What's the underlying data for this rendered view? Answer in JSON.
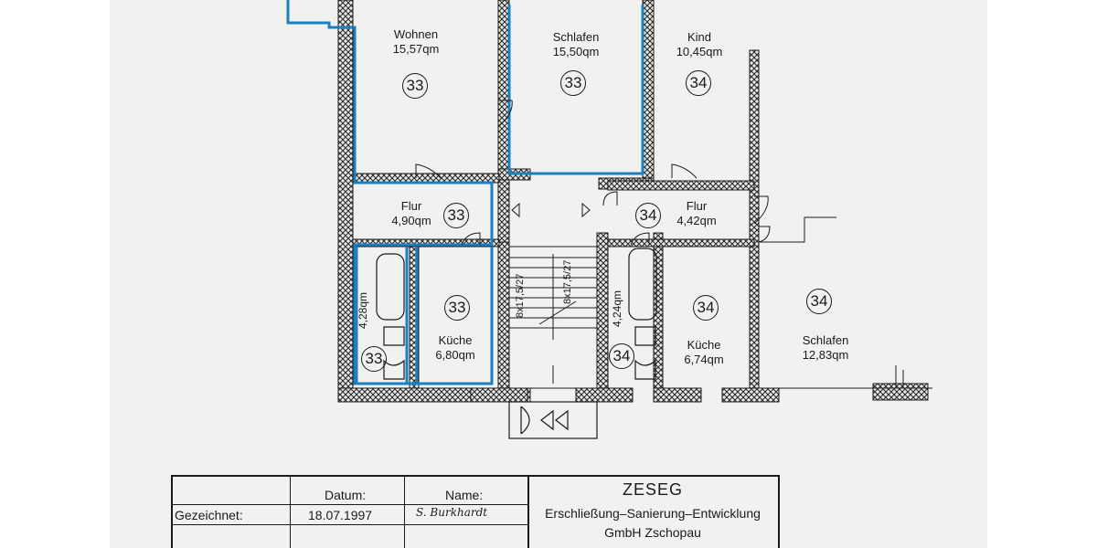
{
  "rooms": {
    "wohnen": {
      "name": "Wohnen",
      "area": "15,57qm",
      "unit": "33"
    },
    "schlafen_left": {
      "name": "Schlafen",
      "area": "15,50qm",
      "unit": "33"
    },
    "kind": {
      "name": "Kind",
      "area": "10,45qm",
      "unit": "34"
    },
    "flur_left": {
      "name": "Flur",
      "area": "4,90qm",
      "unit": "33"
    },
    "flur_right": {
      "name": "Flur",
      "area": "4,42qm",
      "unit": "34"
    },
    "kueche_left": {
      "name": "Küche",
      "area": "6,80qm",
      "unit": "33"
    },
    "kueche_right": {
      "name": "Küche",
      "area": "6,74qm",
      "unit": "34"
    },
    "schlafen_right": {
      "name": "Schlafen",
      "area": "12,83qm",
      "unit": "34"
    },
    "bad_left": {
      "area": "4,28qm",
      "unit": "33"
    },
    "bad_right": {
      "area": "4,24qm",
      "unit": "34"
    }
  },
  "stairs": {
    "left_label": "8x17,5/27",
    "right_label": "8x17,5/27"
  },
  "title_block": {
    "datum_header": "Datum:",
    "name_header": "Name:",
    "gezeichnet_label": "Gezeichnet:",
    "date": "18.07.1997",
    "signature": "S. Burkhardt",
    "company": "ZESEG",
    "company_line1": "Erschließung–Sanierung–Entwicklung",
    "company_line2": "GmbH Zschopau"
  },
  "colors": {
    "wall": "#2a2a2a",
    "outline": "#1c7fc2",
    "paper": "#f1f1ef"
  }
}
